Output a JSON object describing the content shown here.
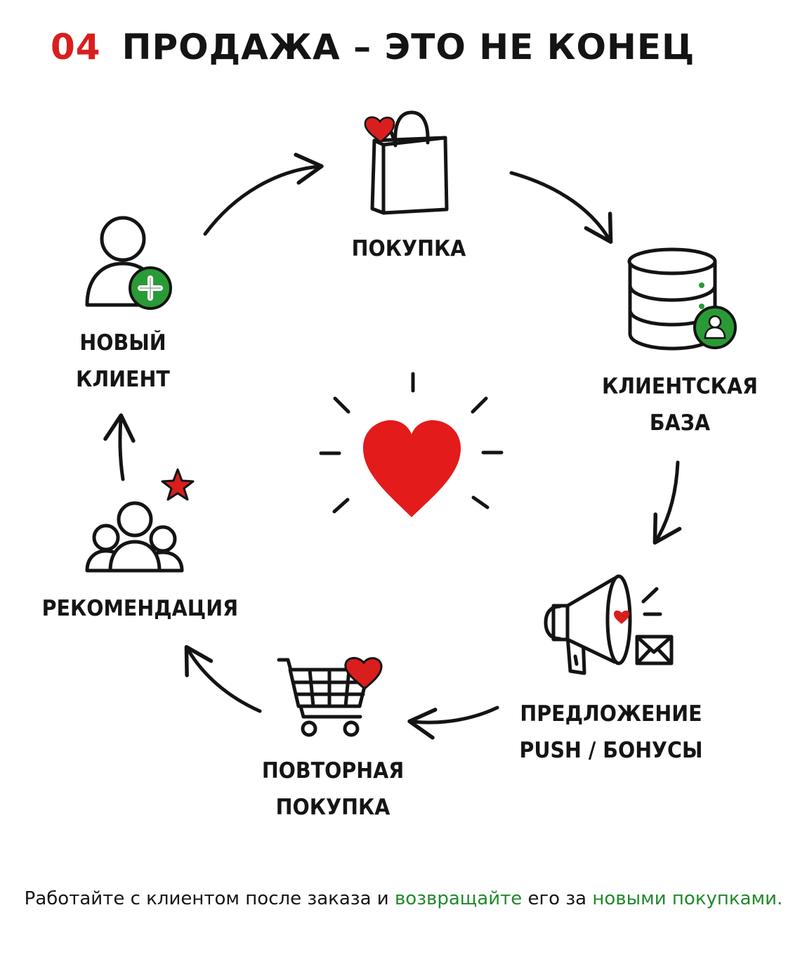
{
  "title": {
    "number": "04",
    "text": "ПРОДАЖА – ЭТО НЕ КОНЕЦ"
  },
  "nodes": {
    "purchase": {
      "line1": "ПОКУПКА"
    },
    "client_base": {
      "line1": "КЛИЕНТСКАЯ",
      "line2": "БАЗА"
    },
    "offer": {
      "line1": "ПРЕДЛОЖЕНИЕ",
      "line2": "PUSH / БОНУСЫ"
    },
    "repeat_purchase": {
      "line1": "ПОВТОРНАЯ",
      "line2": "ПОКУПКА"
    },
    "recommendation": {
      "line1": "РЕКОМЕНДАЦИЯ"
    },
    "new_client": {
      "line1": "НОВЫЙ",
      "line2": "КЛИЕНТ"
    }
  },
  "footer": {
    "part1": "Работайте с клиентом после заказа и ",
    "part2": "возвращайте",
    "part3": " его за ",
    "part4": "новыми покупками",
    "part5": "."
  },
  "colors": {
    "accent_red": "#d91e1e",
    "accent_green": "#1f8a2b",
    "ink": "#141414"
  }
}
